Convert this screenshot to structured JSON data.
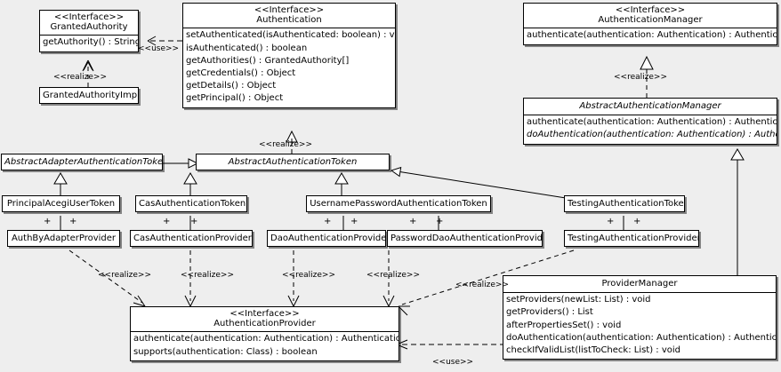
{
  "diagram": {
    "type": "uml-class-diagram",
    "background_color": "#eeeeee",
    "box_fill": "#ffffff",
    "line_color": "#000000"
  },
  "classes": {
    "granted_authority": {
      "stereotype": "<<Interface>>",
      "name": "GrantedAuthority",
      "methods": [
        "getAuthority() : String"
      ]
    },
    "granted_authority_impl": {
      "name": "GrantedAuthorityImpl"
    },
    "authentication": {
      "stereotype": "<<Interface>>",
      "name": "Authentication",
      "methods": [
        "setAuthenticated(isAuthenticated: boolean) : void",
        "isAuthenticated() : boolean",
        "getAuthorities() : GrantedAuthority[]",
        "getCredentials() : Object",
        "getDetails() : Object",
        "getPrincipal() : Object"
      ]
    },
    "authentication_manager": {
      "stereotype": "<<Interface>>",
      "name": "AuthenticationManager",
      "methods": [
        "authenticate(authentication: Authentication) : Authentication"
      ]
    },
    "abstract_authentication_manager": {
      "name": "AbstractAuthenticationManager",
      "methods": [
        "authenticate(authentication: Authentication) : Authentication",
        "doAuthentication(authentication: Authentication) : Authentication"
      ]
    },
    "abstract_adapter_authentication_token": {
      "name": "AbstractAdapterAuthenticationToken"
    },
    "abstract_authentication_token": {
      "name": "AbstractAuthenticationToken"
    },
    "principal_acegi_user_token": {
      "name": "PrincipalAcegiUserToken"
    },
    "cas_authentication_token": {
      "name": "CasAuthenticationToken"
    },
    "username_password_authentication_token": {
      "name": "UsernamePasswordAuthenticationToken"
    },
    "testing_authentication_token": {
      "name": "TestingAuthenticationToken"
    },
    "auth_by_adapter_provider": {
      "name": "AuthByAdapterProvider"
    },
    "cas_authentication_provider": {
      "name": "CasAuthenticationProvider"
    },
    "dao_authentication_provider": {
      "name": "DaoAuthenticationProvider"
    },
    "password_dao_authentication_provider": {
      "name": "PasswordDaoAuthenticationProvider"
    },
    "testing_authentication_provider": {
      "name": "TestingAuthenticationProvider"
    },
    "authentication_provider": {
      "stereotype": "<<Interface>>",
      "name": "AuthenticationProvider",
      "methods": [
        "authenticate(authentication: Authentication) : Authentication",
        "supports(authentication: Class) : boolean"
      ]
    },
    "provider_manager": {
      "name": "ProviderManager",
      "methods": [
        "setProviders(newList: List) : void",
        "getProviders() : List",
        "afterPropertiesSet() : void",
        "doAuthentication(authentication: Authentication) : Authentication",
        "checkIfValidList(listToCheck: List) : void"
      ]
    }
  },
  "relationship_labels": {
    "use_granted_authority": "<<use>>",
    "realize_granted_authority_impl": "<<realize>>",
    "realize_abstract_authentication_token": "<<realize>>",
    "realize_manager": "<<realize>>",
    "realize_auth_by_adapter": "<<realize>>",
    "realize_cas": "<<realize>>",
    "realize_dao": "<<realize>>",
    "realize_password_dao": "<<realize>>",
    "realize_testing": "<<realize>>",
    "use_provider_manager": "<<use>>",
    "assoc_plus": "+"
  }
}
